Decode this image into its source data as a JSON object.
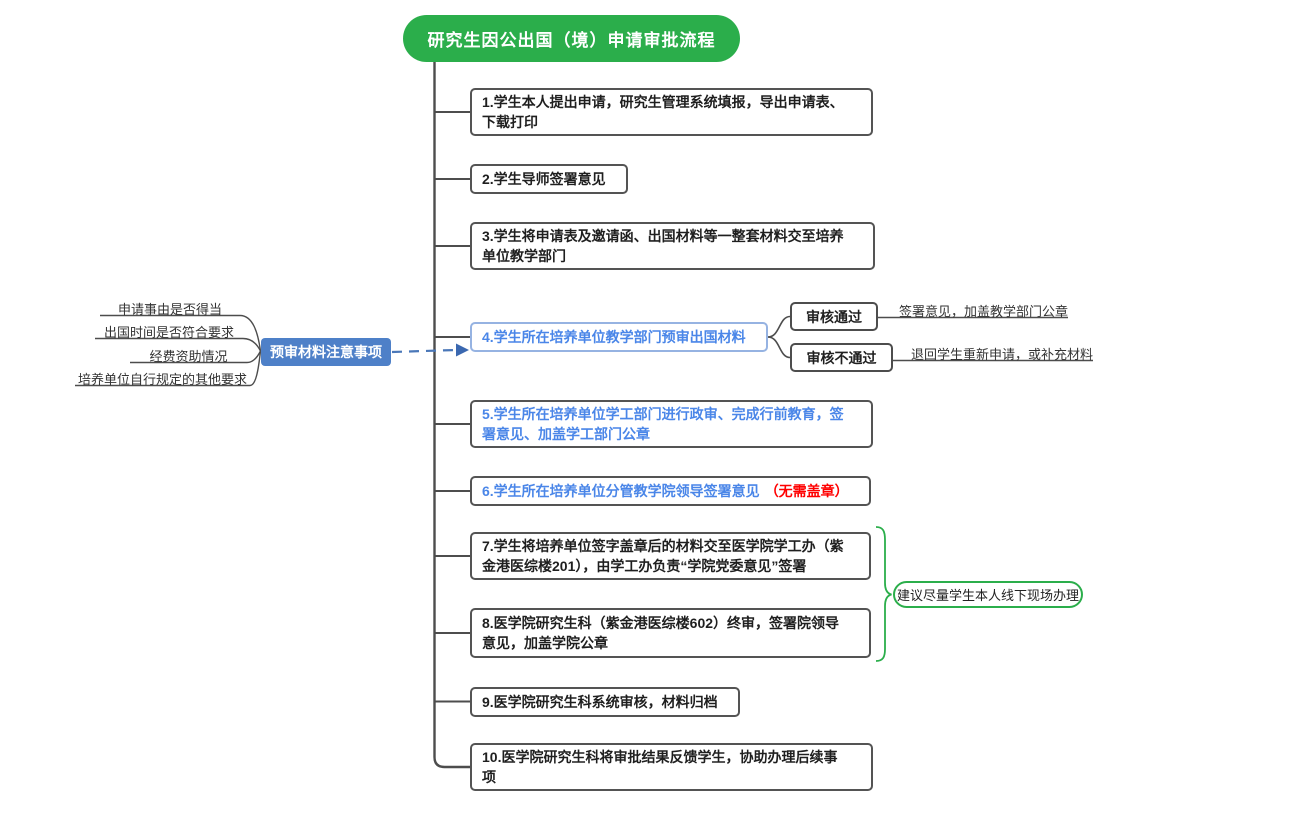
{
  "title": "研究生因公出国（境）申请审批流程",
  "steps": [
    "1.学生本人提出申请，研究生管理系统填报，导出申请表、\n下载打印",
    "2.学生导师签署意见",
    "3.学生将申请表及邀请函、出国材料等一整套材料交至培养\n单位教学部门",
    "4.学生所在培养单位教学部门预审出国材料",
    "5.学生所在培养单位学工部门进行政审、完成行前教育，签\n署意见、加盖学工部门公章",
    "6.学生所在培养单位分管教学院领导签署意见",
    "7.学生将培养单位签字盖章后的材料交至医学院学工办（紫\n金港医综楼201），由学工办负责“学院党委意见”签署",
    "8.医学院研究生科（紫金港医综楼602）终审，签署院领导\n意见，加盖学院公章",
    "9.医学院研究生科系统审核，材料归档",
    "10.医学院研究生科将审批结果反馈学生，协助办理后续事\n项"
  ],
  "step6_red_suffix": "（无需盖章）",
  "precheck": {
    "label": "预审材料注意事项",
    "items": [
      "申请事由是否得当",
      "出国时间是否符合要求",
      "经费资助情况",
      "培养单位自行规定的其他要求"
    ]
  },
  "review": {
    "pass_label": "审核通过",
    "pass_note": "签署意见，加盖教学部门公章",
    "fail_label": "审核不通过",
    "fail_note": "退回学生重新申请，或补充材料"
  },
  "advice": "建议尽量学生本人线下现场办理",
  "colors": {
    "green": "#2bae4b",
    "blue_fill": "#4e80c8",
    "blue_text": "#4a86e8",
    "light_blue_border": "#96b3e2",
    "red": "#ff0000",
    "line_gray": "#4d4d4d",
    "dash_blue": "#4a77b8"
  }
}
